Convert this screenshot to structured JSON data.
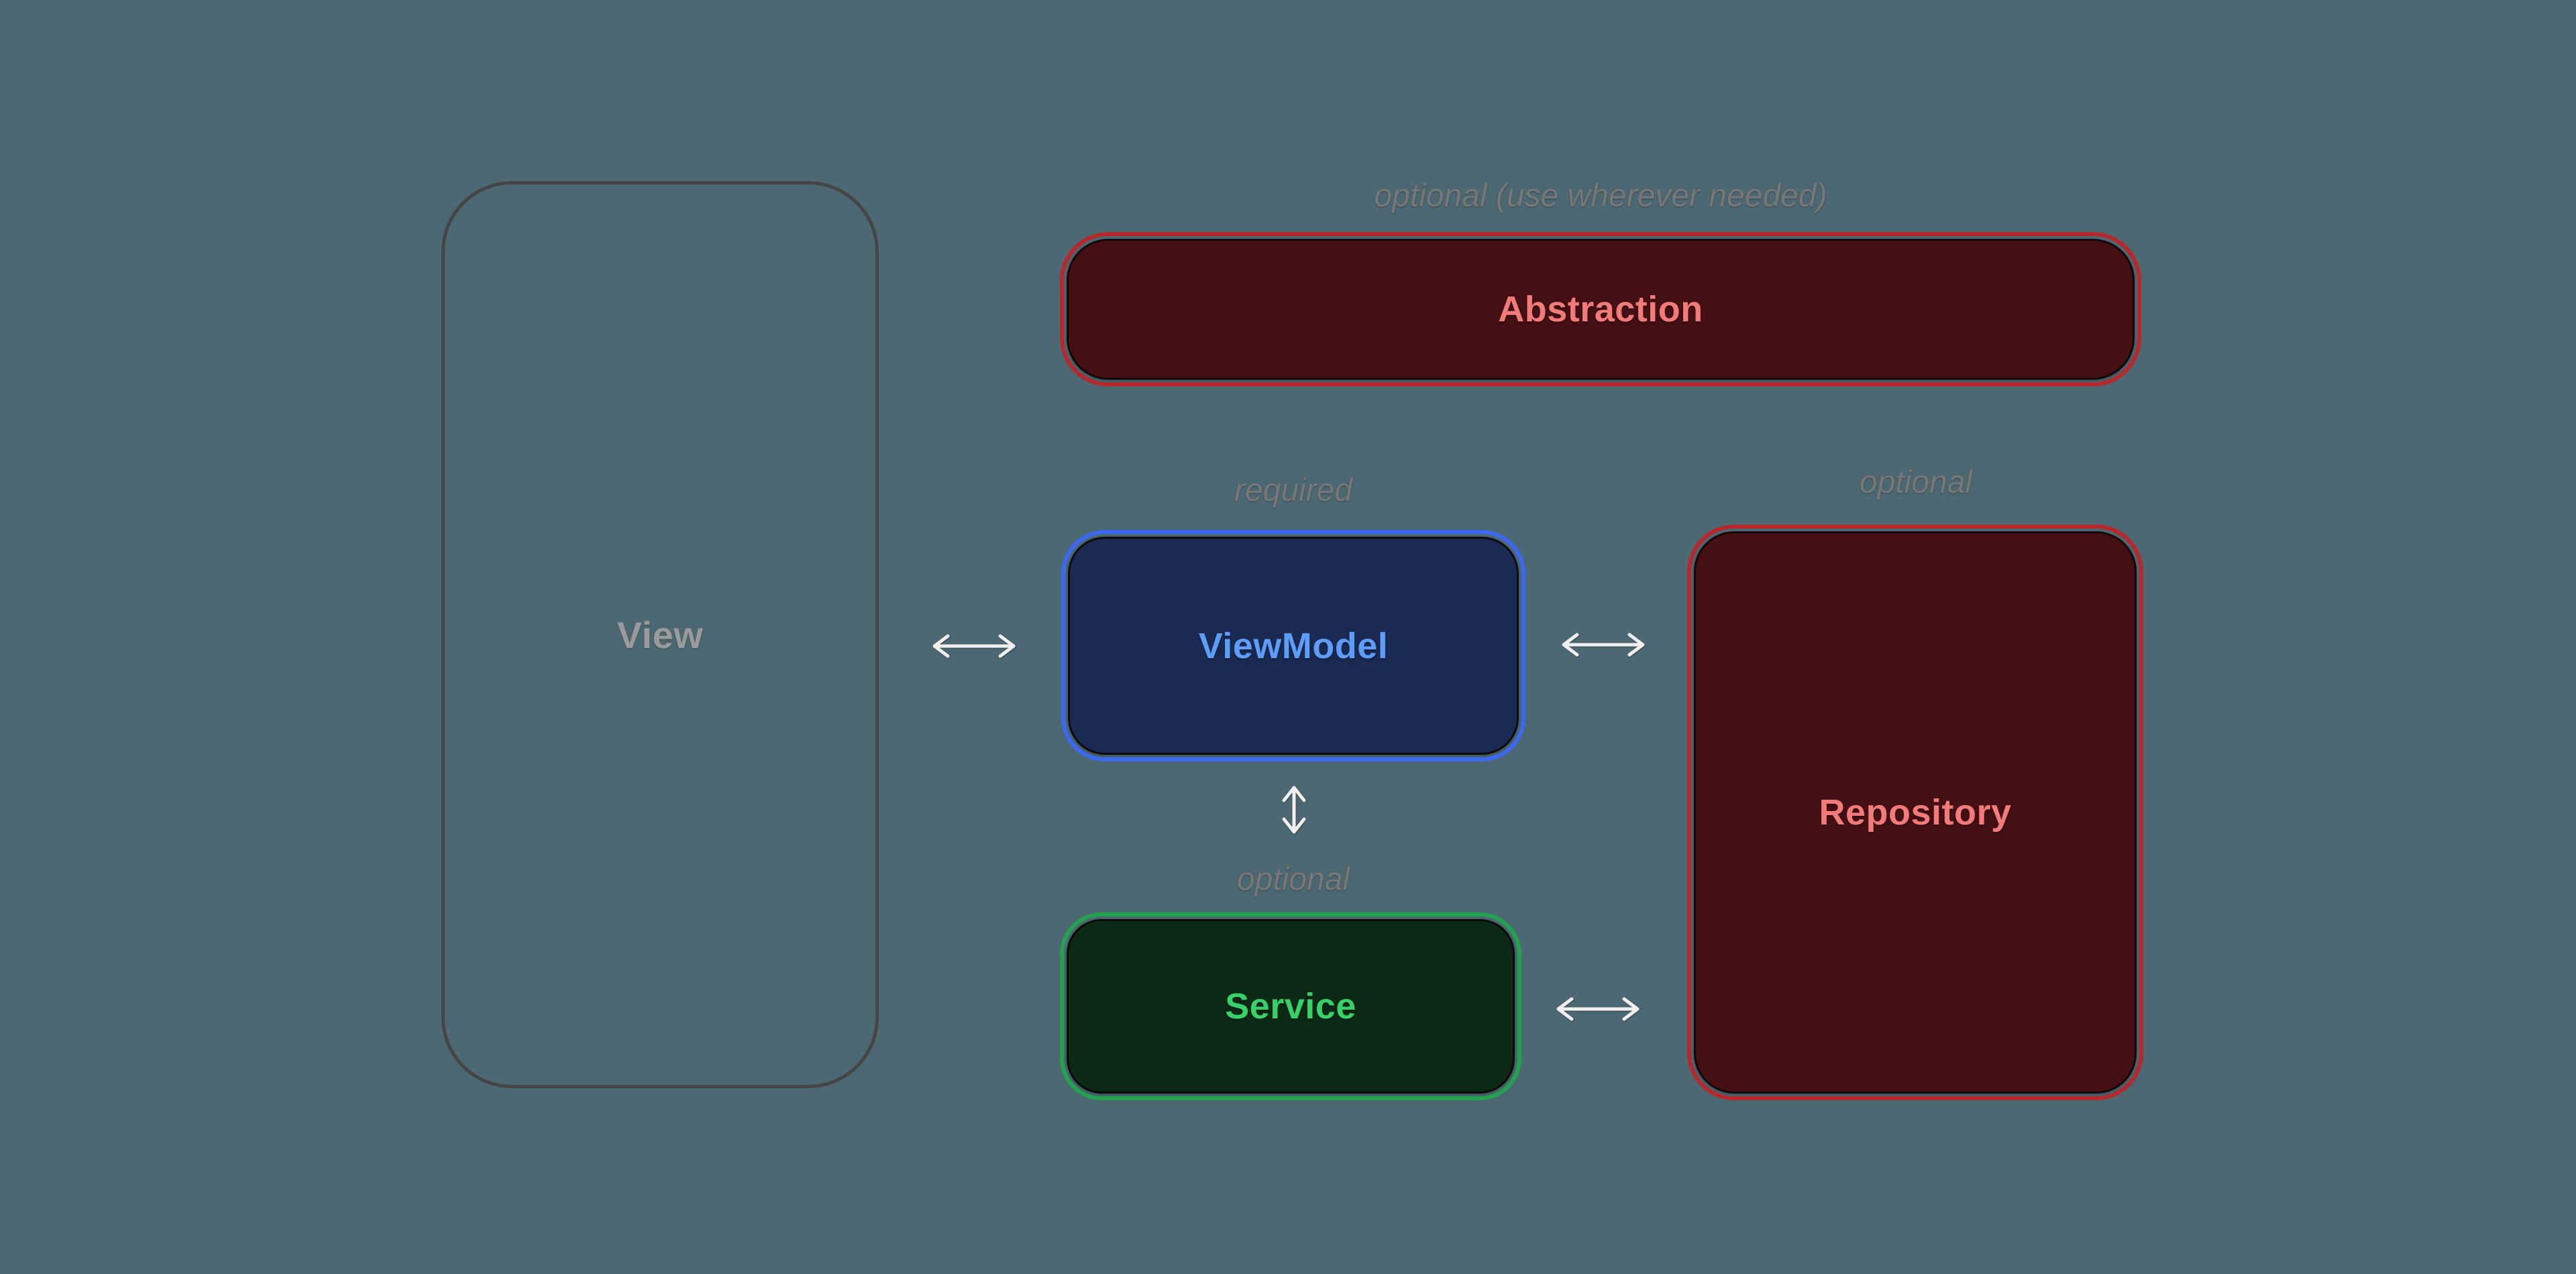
{
  "diagram": {
    "background_color": "#4C6872",
    "annotation_color": "#777777",
    "arrow_color": "#EFEFEF",
    "nodes": [
      {
        "id": "view",
        "label": "View",
        "label_color": "#9A9A9A",
        "fill_color": "transparent",
        "border_color": "#454545"
      },
      {
        "id": "abstraction",
        "label": "Abstraction",
        "label_color": "#F17B7B",
        "fill_color": "#451013",
        "ring_color": "#B7282C",
        "annotation": "optional (use wherever needed)"
      },
      {
        "id": "viewmodel",
        "label": "ViewModel",
        "label_color": "#5E9DF7",
        "fill_color": "#1B2A52",
        "ring_color": "#3D68F2",
        "annotation": "required"
      },
      {
        "id": "repository",
        "label": "Repository",
        "label_color": "#F17B7B",
        "fill_color": "#451013",
        "ring_color": "#B7282C",
        "annotation": "optional"
      },
      {
        "id": "service",
        "label": "Service",
        "label_color": "#36D169",
        "fill_color": "#0C2916",
        "ring_color": "#22A24D",
        "annotation": "optional"
      }
    ],
    "connections": [
      {
        "from": "View",
        "to": "ViewModel",
        "style": "double-headed"
      },
      {
        "from": "ViewModel",
        "to": "Repository",
        "style": "double-headed"
      },
      {
        "from": "ViewModel",
        "to": "Service",
        "style": "double-headed"
      },
      {
        "from": "Service",
        "to": "Repository",
        "style": "double-headed"
      }
    ]
  }
}
